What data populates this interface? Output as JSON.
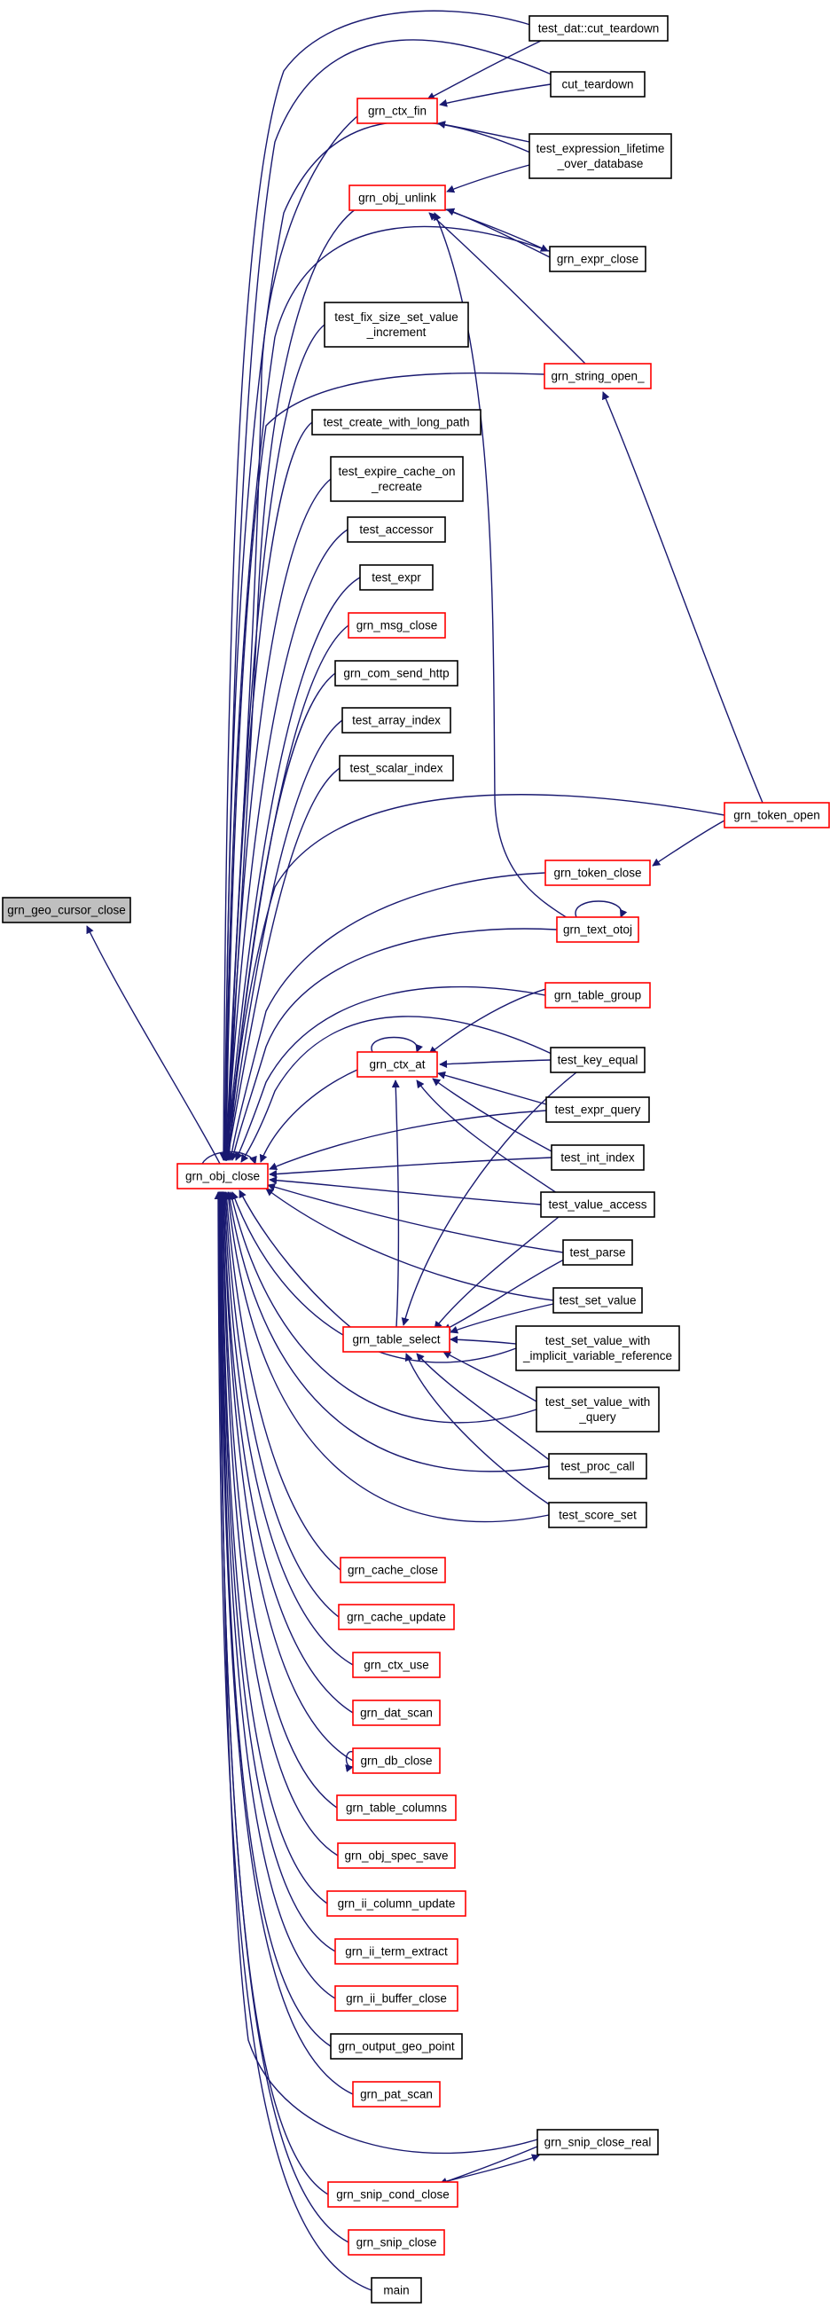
{
  "diagram": {
    "nodes": [
      {
        "id": "geo_cursor_close",
        "lines": [
          "grn_geo_cursor_close"
        ],
        "kind": "focus"
      },
      {
        "id": "obj_close",
        "lines": [
          "grn_obj_close"
        ],
        "kind": "red"
      },
      {
        "id": "dat_cut_teardown",
        "lines": [
          "test_dat::cut_teardown"
        ],
        "kind": "black"
      },
      {
        "id": "ctx_fin",
        "lines": [
          "grn_ctx_fin"
        ],
        "kind": "red"
      },
      {
        "id": "cut_teardown",
        "lines": [
          "cut_teardown"
        ],
        "kind": "black"
      },
      {
        "id": "expr_lifetime",
        "lines": [
          "test_expression_lifetime",
          "_over_database"
        ],
        "kind": "black"
      },
      {
        "id": "obj_unlink",
        "lines": [
          "grn_obj_unlink"
        ],
        "kind": "red"
      },
      {
        "id": "expr_close",
        "lines": [
          "grn_expr_close"
        ],
        "kind": "black"
      },
      {
        "id": "fix_size",
        "lines": [
          "test_fix_size_set_value",
          "_increment"
        ],
        "kind": "black"
      },
      {
        "id": "string_open",
        "lines": [
          "grn_string_open_"
        ],
        "kind": "red"
      },
      {
        "id": "create_long_path",
        "lines": [
          "test_create_with_long_path"
        ],
        "kind": "black"
      },
      {
        "id": "expire_cache",
        "lines": [
          "test_expire_cache_on",
          "_recreate"
        ],
        "kind": "black"
      },
      {
        "id": "accessor",
        "lines": [
          "test_accessor"
        ],
        "kind": "black"
      },
      {
        "id": "test_expr",
        "lines": [
          "test_expr"
        ],
        "kind": "black"
      },
      {
        "id": "msg_close",
        "lines": [
          "grn_msg_close"
        ],
        "kind": "red"
      },
      {
        "id": "com_send_http",
        "lines": [
          "grn_com_send_http"
        ],
        "kind": "black"
      },
      {
        "id": "array_index",
        "lines": [
          "test_array_index"
        ],
        "kind": "black"
      },
      {
        "id": "scalar_index",
        "lines": [
          "test_scalar_index"
        ],
        "kind": "black"
      },
      {
        "id": "token_open",
        "lines": [
          "grn_token_open"
        ],
        "kind": "red"
      },
      {
        "id": "token_close",
        "lines": [
          "grn_token_close"
        ],
        "kind": "red"
      },
      {
        "id": "text_otoj",
        "lines": [
          "grn_text_otoj"
        ],
        "kind": "red"
      },
      {
        "id": "table_group",
        "lines": [
          "grn_table_group"
        ],
        "kind": "red"
      },
      {
        "id": "ctx_at",
        "lines": [
          "grn_ctx_at"
        ],
        "kind": "red"
      },
      {
        "id": "key_equal",
        "lines": [
          "test_key_equal"
        ],
        "kind": "black"
      },
      {
        "id": "expr_query",
        "lines": [
          "test_expr_query"
        ],
        "kind": "black"
      },
      {
        "id": "int_index",
        "lines": [
          "test_int_index"
        ],
        "kind": "black"
      },
      {
        "id": "value_access",
        "lines": [
          "test_value_access"
        ],
        "kind": "black"
      },
      {
        "id": "parse",
        "lines": [
          "test_parse"
        ],
        "kind": "black"
      },
      {
        "id": "set_value",
        "lines": [
          "test_set_value"
        ],
        "kind": "black"
      },
      {
        "id": "table_select",
        "lines": [
          "grn_table_select"
        ],
        "kind": "red"
      },
      {
        "id": "set_value_implicit",
        "lines": [
          "test_set_value_with",
          "_implicit_variable_reference"
        ],
        "kind": "black"
      },
      {
        "id": "set_value_query",
        "lines": [
          "test_set_value_with",
          "_query"
        ],
        "kind": "black"
      },
      {
        "id": "proc_call",
        "lines": [
          "test_proc_call"
        ],
        "kind": "black"
      },
      {
        "id": "score_set",
        "lines": [
          "test_score_set"
        ],
        "kind": "black"
      },
      {
        "id": "cache_close",
        "lines": [
          "grn_cache_close"
        ],
        "kind": "red"
      },
      {
        "id": "cache_update",
        "lines": [
          "grn_cache_update"
        ],
        "kind": "red"
      },
      {
        "id": "ctx_use",
        "lines": [
          "grn_ctx_use"
        ],
        "kind": "red"
      },
      {
        "id": "dat_scan",
        "lines": [
          "grn_dat_scan"
        ],
        "kind": "red"
      },
      {
        "id": "db_close",
        "lines": [
          "grn_db_close"
        ],
        "kind": "red"
      },
      {
        "id": "table_columns",
        "lines": [
          "grn_table_columns"
        ],
        "kind": "red"
      },
      {
        "id": "obj_spec_save",
        "lines": [
          "grn_obj_spec_save"
        ],
        "kind": "red"
      },
      {
        "id": "ii_column_update",
        "lines": [
          "grn_ii_column_update"
        ],
        "kind": "red"
      },
      {
        "id": "ii_term_extract",
        "lines": [
          "grn_ii_term_extract"
        ],
        "kind": "red"
      },
      {
        "id": "ii_buffer_close",
        "lines": [
          "grn_ii_buffer_close"
        ],
        "kind": "red"
      },
      {
        "id": "output_geo_point",
        "lines": [
          "grn_output_geo_point"
        ],
        "kind": "black"
      },
      {
        "id": "pat_scan",
        "lines": [
          "grn_pat_scan"
        ],
        "kind": "red"
      },
      {
        "id": "snip_close_real",
        "lines": [
          "grn_snip_close_real"
        ],
        "kind": "black"
      },
      {
        "id": "snip_cond_close",
        "lines": [
          "grn_snip_cond_close"
        ],
        "kind": "red"
      },
      {
        "id": "snip_close",
        "lines": [
          "grn_snip_close"
        ],
        "kind": "red"
      },
      {
        "id": "main",
        "lines": [
          "main"
        ],
        "kind": "black"
      }
    ],
    "colors": {
      "edge": "#191970",
      "red_border": "#ff0000",
      "black_border": "#000000",
      "focus_fill": "#bfbfbf"
    }
  }
}
